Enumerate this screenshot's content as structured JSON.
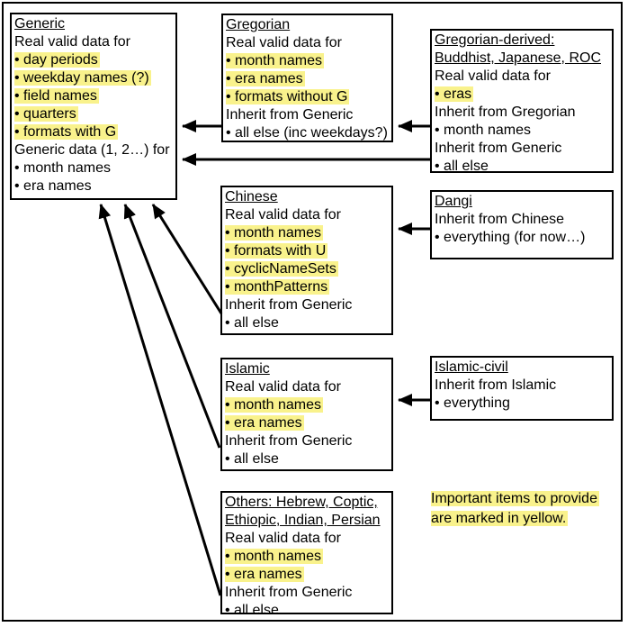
{
  "colors": {
    "highlight": "#F9F28C",
    "border": "#000000",
    "background": "#FFFFFF",
    "text": "#000000"
  },
  "note": {
    "line1": "Important items to provide",
    "line2": "are marked in yellow."
  },
  "boxes": {
    "generic": {
      "title": [
        "Generic"
      ],
      "lines": [
        "Real valid data for",
        "• day periods",
        "• weekday names (?)",
        "• field names",
        "• quarters",
        "• formats with G",
        "Generic data (1, 2…) for",
        "• month names",
        "• era names"
      ]
    },
    "gregorian": {
      "title": [
        "Gregorian"
      ],
      "lines": [
        "Real valid data for",
        "• month names",
        "• era names",
        "• formats without G",
        "Inherit from Generic",
        "• all else (inc weekdays?)"
      ]
    },
    "gregorian_derived": {
      "title": [
        "Gregorian-derived:",
        "Buddhist, Japanese, ROC"
      ],
      "lines": [
        "Real valid data for",
        "• eras",
        "Inherit from Gregorian",
        "• month names",
        "Inherit from Generic",
        "• all else"
      ]
    },
    "chinese": {
      "title": [
        "Chinese"
      ],
      "lines": [
        "Real valid data for",
        "• month names",
        "• formats with U",
        "• cyclicNameSets",
        "• monthPatterns",
        "Inherit from Generic",
        "• all else"
      ]
    },
    "dangi": {
      "title": [
        "Dangi"
      ],
      "lines": [
        "Inherit from Chinese",
        "• everything (for now…)"
      ]
    },
    "islamic": {
      "title": [
        "Islamic"
      ],
      "lines": [
        "Real valid data for",
        "• month names",
        "• era names",
        "Inherit from Generic",
        "• all else"
      ]
    },
    "islamic_civil": {
      "title": [
        "Islamic-civil"
      ],
      "lines": [
        "Inherit from Islamic",
        "• everything"
      ]
    },
    "others": {
      "title": [
        "Others: Hebrew, Coptic,",
        "Ethiopic, Indian, Persian"
      ],
      "lines": [
        "Real valid data for",
        "• month names",
        "• era names",
        "Inherit from Generic",
        "• all else"
      ]
    }
  },
  "arrows": [
    {
      "from": "Gregorian",
      "to": "Generic"
    },
    {
      "from": "Gregorian-derived",
      "to": "Gregorian"
    },
    {
      "from": "Gregorian-derived",
      "to": "Generic"
    },
    {
      "from": "Dangi",
      "to": "Chinese"
    },
    {
      "from": "Chinese",
      "to": "Generic"
    },
    {
      "from": "Islamic-civil",
      "to": "Islamic"
    },
    {
      "from": "Islamic",
      "to": "Generic"
    },
    {
      "from": "Others",
      "to": "Generic"
    }
  ]
}
